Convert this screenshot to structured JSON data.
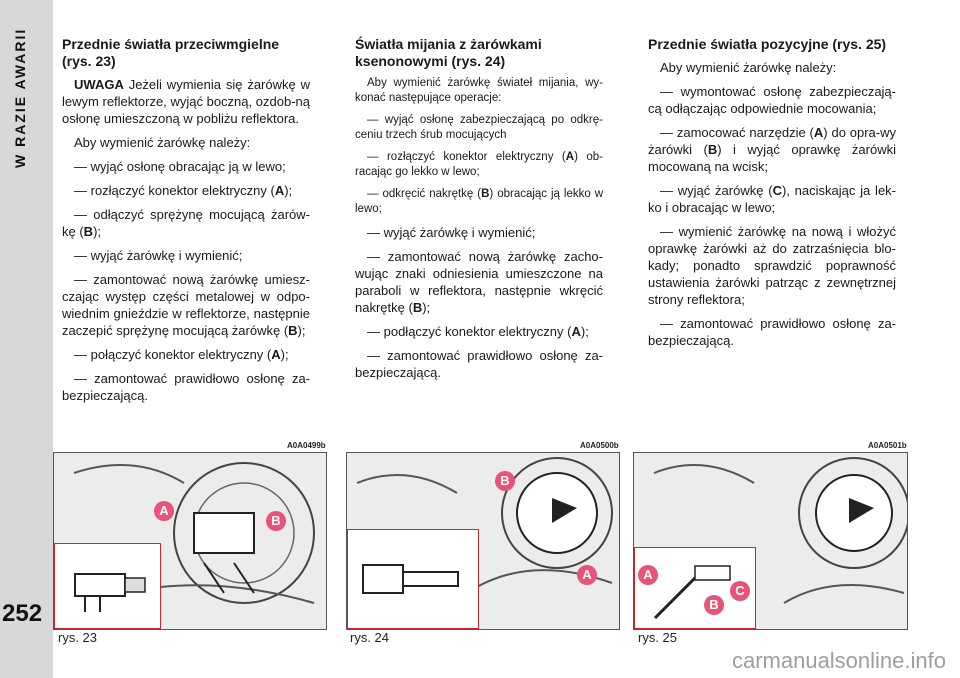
{
  "sidebar": {
    "section_title": "W RAZIE AWARII",
    "page_number": "252"
  },
  "col1": {
    "heading": "Przednie światła przeciwmgielne (rys. 23)",
    "warning_label": "UWAGA",
    "warning_text": " Jeżeli wymienia się żarówkę w lewym reflektorze, wyjąć boczną, ozdob-ną osłonę umieszczoną w pobliżu reflektora.",
    "intro": "Aby wymienić żarówkę należy:",
    "s1": "— wyjąć osłonę obracając ją w lewo;",
    "s2a": "— rozłączyć konektor elektryczny (",
    "s2b": "A",
    "s2c": ");",
    "s3a": "— odłączyć sprężynę mocującą żarów-kę (",
    "s3b": "B",
    "s3c": ");",
    "s4": "— wyjąć żarówkę i wymienić;",
    "s5a": "— zamontować nową żarówkę umiesz-czając występ części metalowej w odpo-wiednim gnieździe w reflektorze, następnie zaczepić sprężynę mocującą żarówkę (",
    "s5b": "B",
    "s5c": ");",
    "s6a": "— połączyć konektor elektryczny (",
    "s6b": "A",
    "s6c": ");",
    "s7": "— zamontować prawidłowo osłonę za-bezpieczającą."
  },
  "col2": {
    "heading": "Światła mijania z żarówkami ksenonowymi (rys. 24)",
    "intro": "Aby wymienić żarówkę świateł mijania, wy-konać następujące operacje:",
    "s1": "— wyjąć osłonę zabezpieczającą po odkrę-ceniu trzech śrub mocujących",
    "s2a": "— rozłączyć konektor elektryczny (",
    "s2b": "A",
    "s2c": ") ob-racając go lekko w lewo;",
    "s3a": "— odkręcić nakrętkę (",
    "s3b": "B",
    "s3c": ") obracając ją lekko w lewo;",
    "s4": "— wyjąć żarówkę i wymienić;",
    "s5a": "— zamontować nową żarówkę zacho-wując znaki odniesienia umieszczone na paraboli w reflektora, następnie wkręcić nakrętkę (",
    "s5b": "B",
    "s5c": ");",
    "s6a": "— podłączyć konektor elektryczny (",
    "s6b": "A",
    "s6c": ");",
    "s7": "— zamontować prawidłowo osłonę za-bezpieczającą."
  },
  "col3": {
    "heading": "Przednie światła pozycyjne (rys. 25)",
    "intro": "Aby wymienić żarówkę należy:",
    "s1": "— wymontować osłonę zabezpieczają-cą odłączając odpowiednie mocowania;",
    "s2a": "— zamocować narzędzie (",
    "s2b": "A",
    "s2c": ") do opra-wy żarówki (",
    "s2d": "B",
    "s2e": ") i wyjąć oprawkę żarówki mocowaną na wcisk;",
    "s3a": "— wyjąć żarówkę (",
    "s3b": "C",
    "s3c": "), naciskając ja lek-ko i obracając w lewo;",
    "s4": "— wymienić żarówkę na nową i włożyć oprawkę żarówki aż do zatrzaśnięcia blo-kady; ponadto sprawdzić poprawność ustawienia żarówki patrząc z zewnętrznej strony reflektora;",
    "s5": "— zamontować prawidłowo osłonę za-bezpieczającą."
  },
  "figures": [
    {
      "code": "A0A0499b",
      "caption": "rys. 23",
      "labels": [
        "A",
        "B"
      ]
    },
    {
      "code": "A0A0500b",
      "caption": "rys. 24",
      "labels": [
        "B",
        "A"
      ]
    },
    {
      "code": "A0A0501b",
      "caption": "rys. 25",
      "labels": [
        "A",
        "B",
        "C"
      ]
    }
  ],
  "watermark": "carmanualsonline.info",
  "colors": {
    "sidebar": "#d8d8d8",
    "label_badge": "#e8537a",
    "inset_border": "#c62828"
  }
}
